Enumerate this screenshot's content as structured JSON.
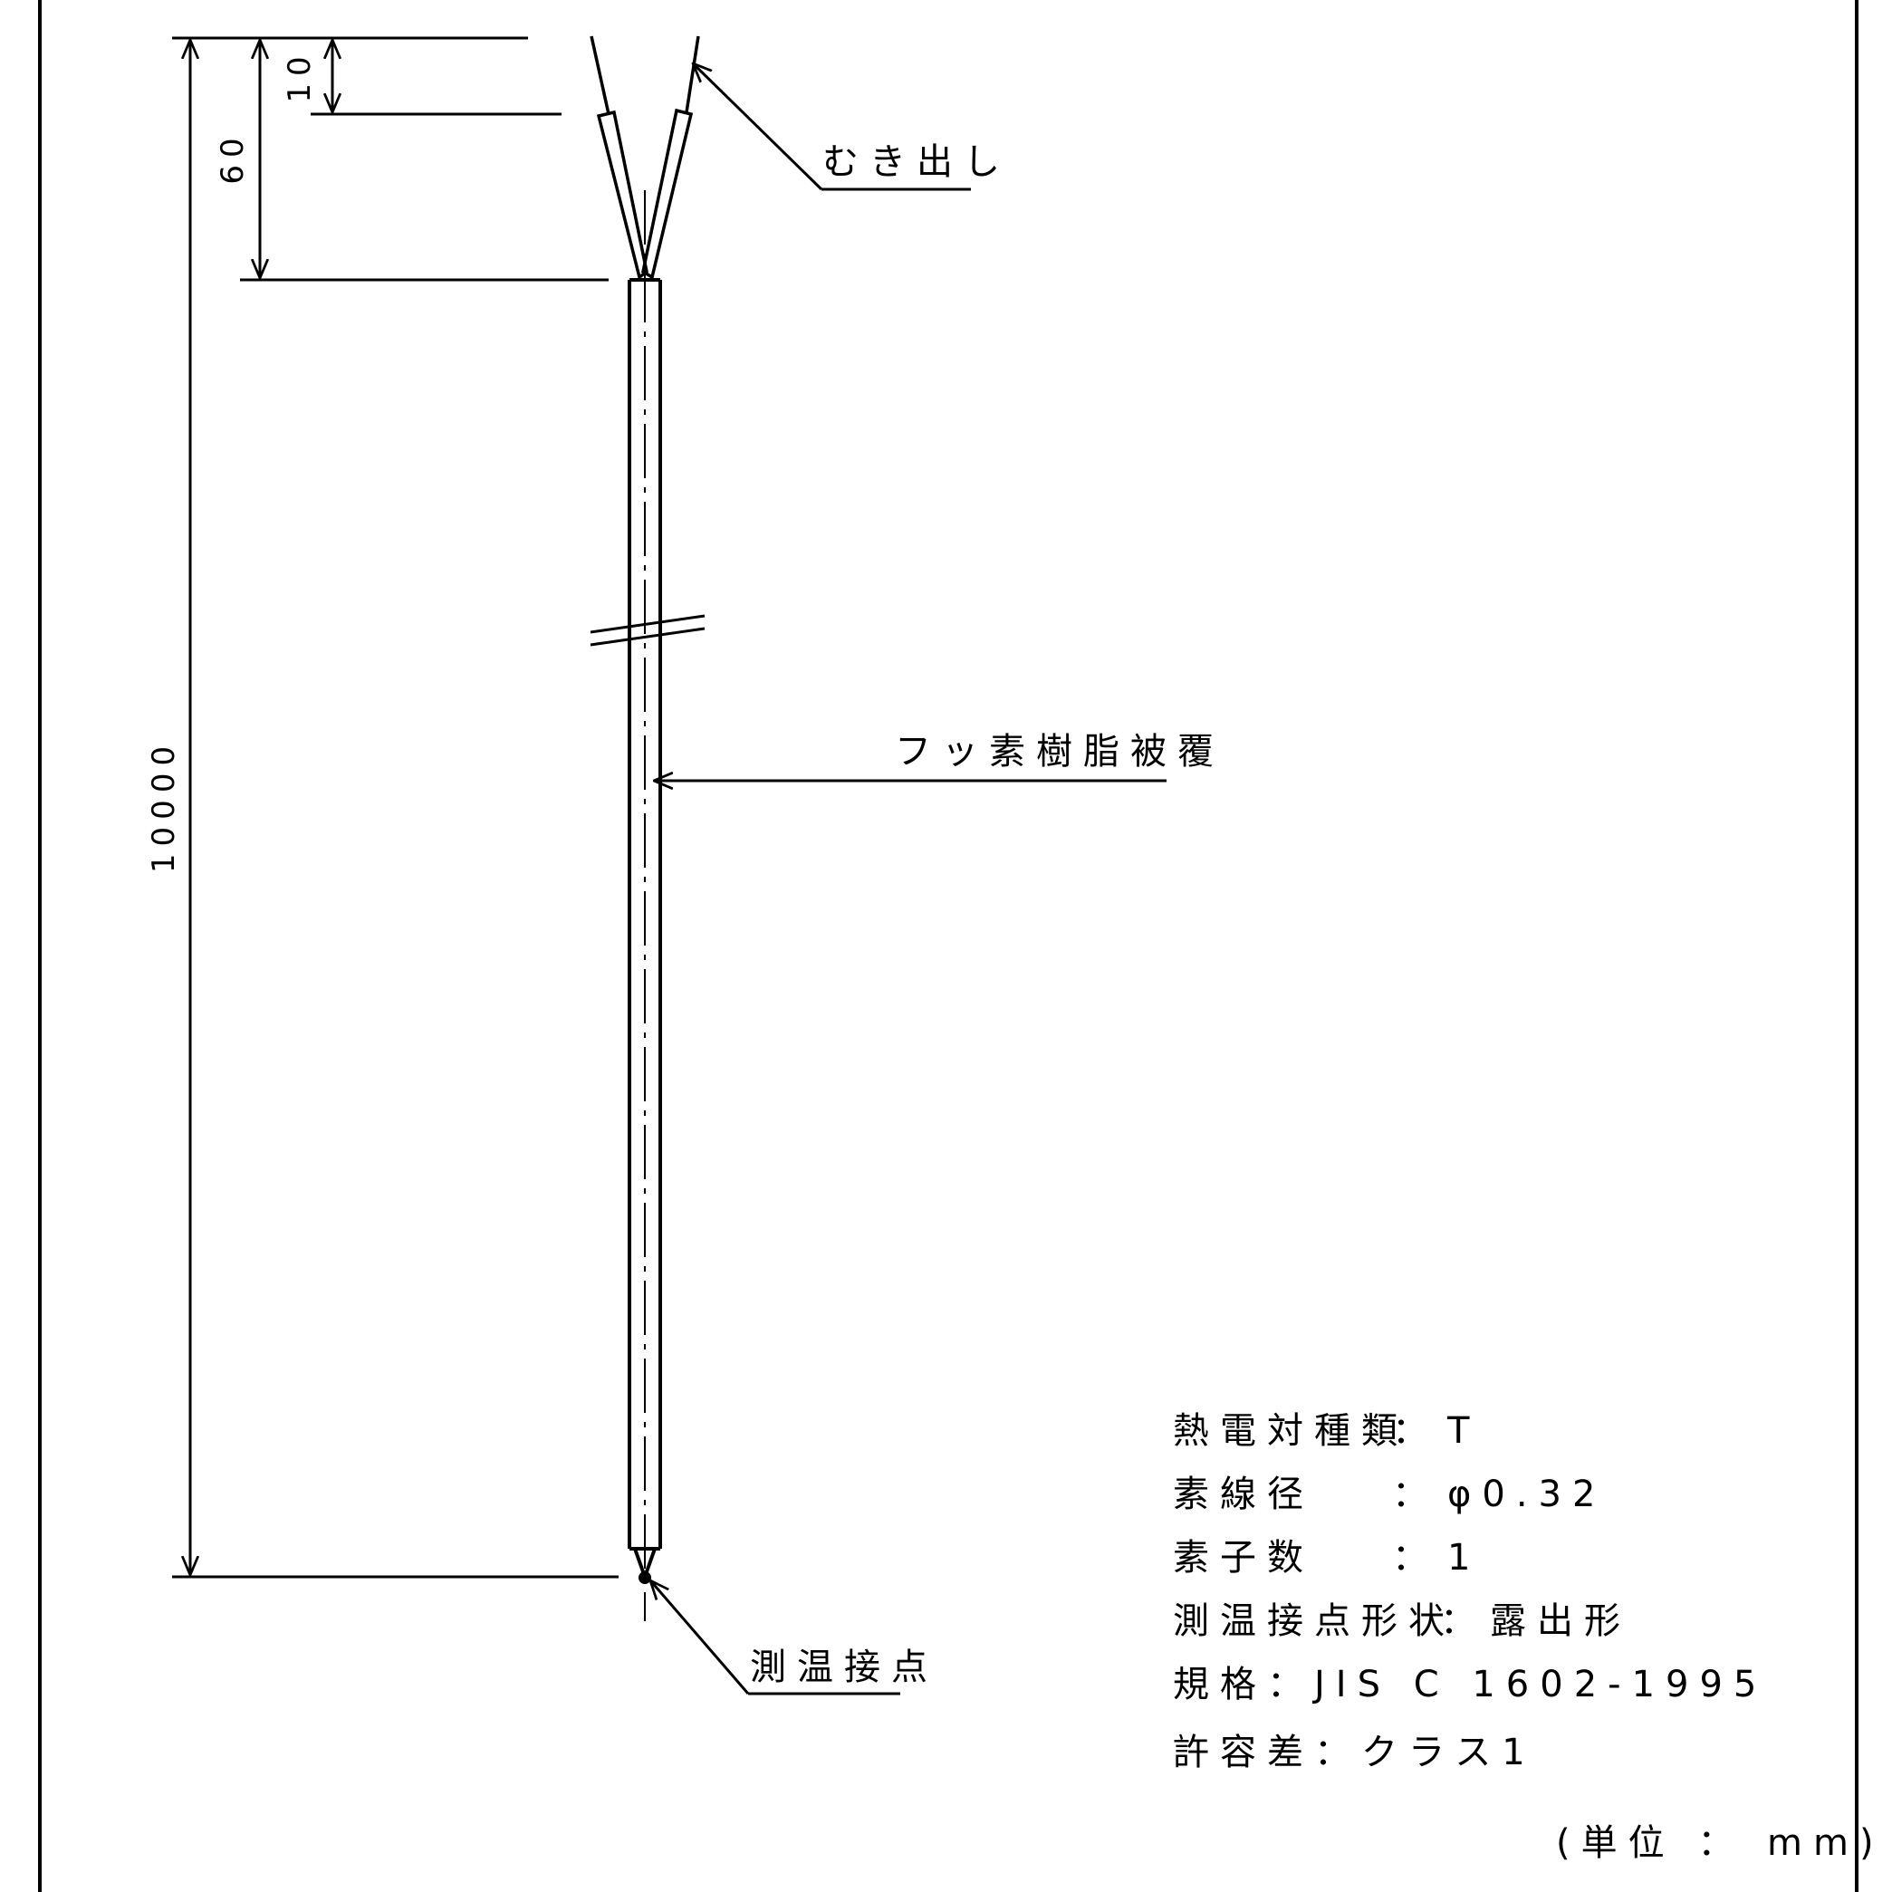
{
  "dimensions": {
    "strip_length": "10",
    "bare_length": "60",
    "total_length": "10000"
  },
  "callouts": {
    "exposed_wire": "むき出し",
    "coating": "フッ素樹脂被覆",
    "junction": "測温接点"
  },
  "specs": {
    "thermocouple_type_label": "熱電対種類",
    "thermocouple_type_value": "T",
    "wire_diameter_label": "素線径",
    "wire_diameter_value": "φ0.32",
    "element_count_label": "素子数",
    "element_count_value": "1",
    "junction_shape_label": "測温接点形状",
    "junction_shape_value": "露出形",
    "standard": "規格：JIS C 1602-1995",
    "tolerance": "許容差：クラス1",
    "separator": "："
  },
  "unit_note": "(単位 ： mm)"
}
